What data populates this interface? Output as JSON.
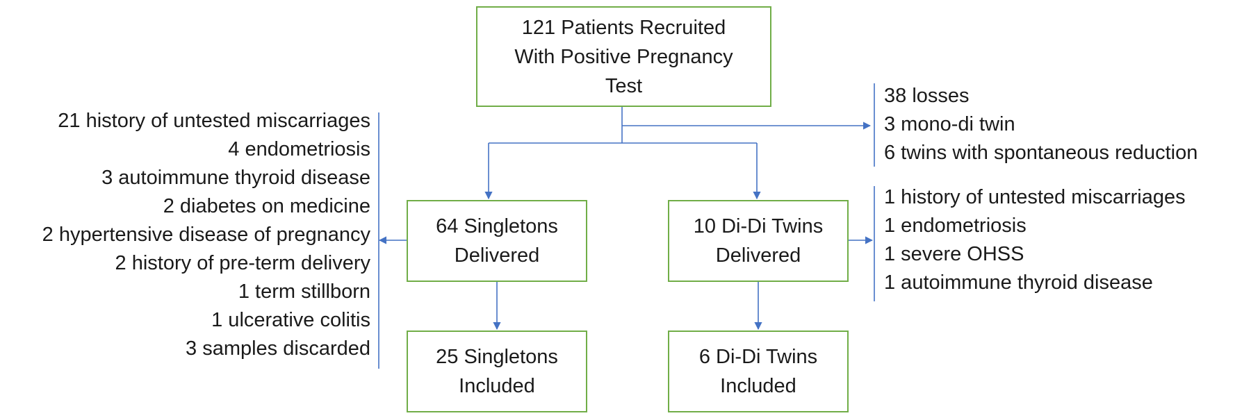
{
  "diagram": {
    "boxes": {
      "recruited": [
        "121 Patients Recruited",
        "With Positive Pregnancy",
        "Test"
      ],
      "singletons_delivered": [
        "64 Singletons",
        "Delivered"
      ],
      "twins_delivered": [
        "10 Di-Di Twins",
        "Delivered"
      ],
      "singletons_included": [
        "25 Singletons",
        "Included"
      ],
      "twins_included": [
        "6 Di-Di Twins",
        "Included"
      ]
    },
    "exclusions": {
      "after_recruitment": [
        "38 losses",
        "3 mono-di twin",
        "6 twins with spontaneous reduction"
      ],
      "singletons": [
        "21 history of untested miscarriages",
        "4 endometriosis",
        "3 autoimmune thyroid disease",
        "2 diabetes on medicine",
        "2 hypertensive disease of pregnancy",
        "2 history of pre-term delivery",
        "1 term stillborn",
        "1 ulcerative colitis",
        "3 samples discarded"
      ],
      "twins": [
        "1 history of untested miscarriages",
        "1 endometriosis",
        "1 severe OHSS",
        "1 autoimmune thyroid disease"
      ]
    },
    "colors": {
      "box_border": "#70ad47",
      "connector": "#4472c4",
      "text": "#1a1a1a"
    }
  }
}
